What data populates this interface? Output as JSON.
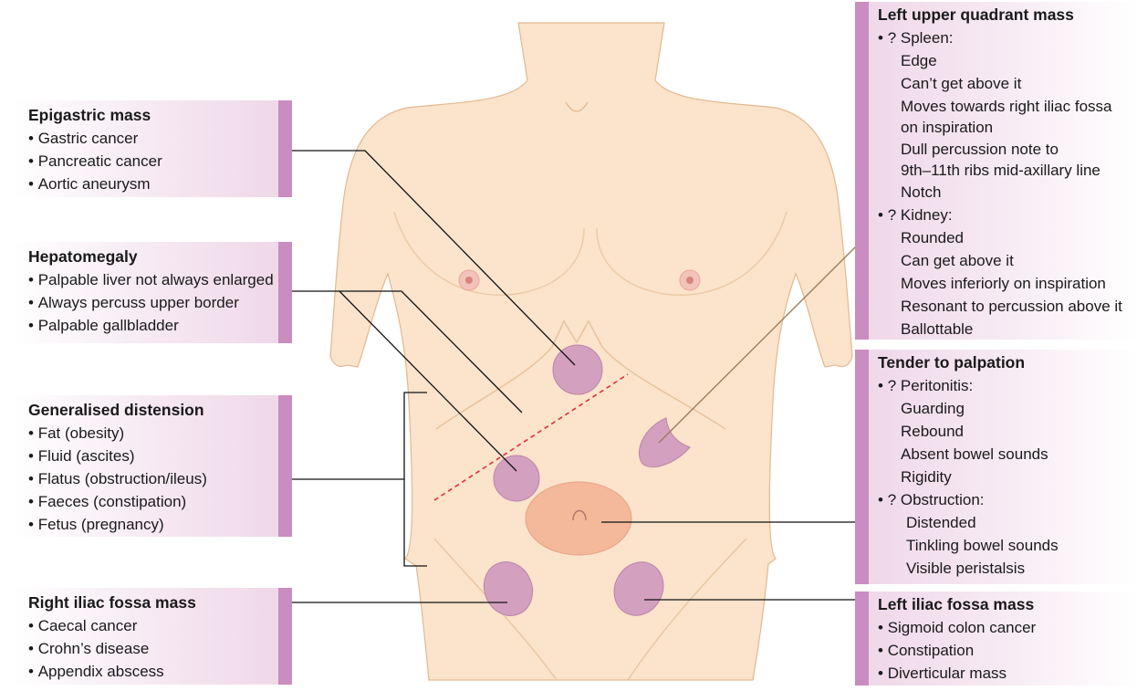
{
  "boxes": {
    "epigastric": {
      "title": "Epigastric mass",
      "items": [
        "Gastric cancer",
        "Pancreatic cancer",
        "Aortic aneurysm"
      ]
    },
    "hepatomegaly": {
      "title": "Hepatomegaly",
      "items": [
        "Palpable liver not always enlarged",
        "Always percuss upper border",
        "Palpable gallbladder"
      ]
    },
    "distension": {
      "title": "Generalised distension",
      "items": [
        "Fat (obesity)",
        "Fluid (ascites)",
        "Flatus (obstruction/ileus)",
        "Faeces (constipation)",
        "Fetus (pregnancy)"
      ]
    },
    "rif": {
      "title": "Right iliac fossa mass",
      "items": [
        "Caecal cancer",
        "Crohn’s disease",
        "Appendix abscess"
      ]
    },
    "luq": {
      "title": "Left upper quadrant mass",
      "spleen": "? Spleen:",
      "spleen_items": [
        "Edge",
        "Can’t get above it",
        "Moves towards right iliac fossa",
        "on inspiration",
        "Dull percussion note to",
        "9th–11th ribs mid-axillary line",
        "Notch"
      ],
      "kidney": "? Kidney:",
      "kidney_items": [
        "Rounded",
        "Can get above it",
        "Moves inferiorly on inspiration",
        "Resonant to percussion above it",
        "Ballottable"
      ]
    },
    "tender": {
      "title": "Tender to palpation",
      "peritonitis": "? Peritonitis:",
      "peritonitis_items": [
        "Guarding",
        "Rebound",
        "Absent bowel sounds",
        "Rigidity"
      ],
      "obstruction": "? Obstruction:",
      "obstruction_items": [
        "Distended",
        "Tinkling bowel sounds",
        "Visible peristalsis"
      ]
    },
    "lif": {
      "title": "Left iliac fossa mass",
      "items": [
        "Sigmoid colon cancer",
        "Constipation",
        "Diverticular mass"
      ]
    }
  },
  "colors": {
    "skin": "#fbe3cc",
    "skin_outline": "#e2b990",
    "mass": "#d4a0c0",
    "mass_outline": "#b985a8",
    "distension": "#f4b99a",
    "accent_bar": "#c98dbf",
    "liver_edge": "#e0303a",
    "leader": "#111111"
  }
}
